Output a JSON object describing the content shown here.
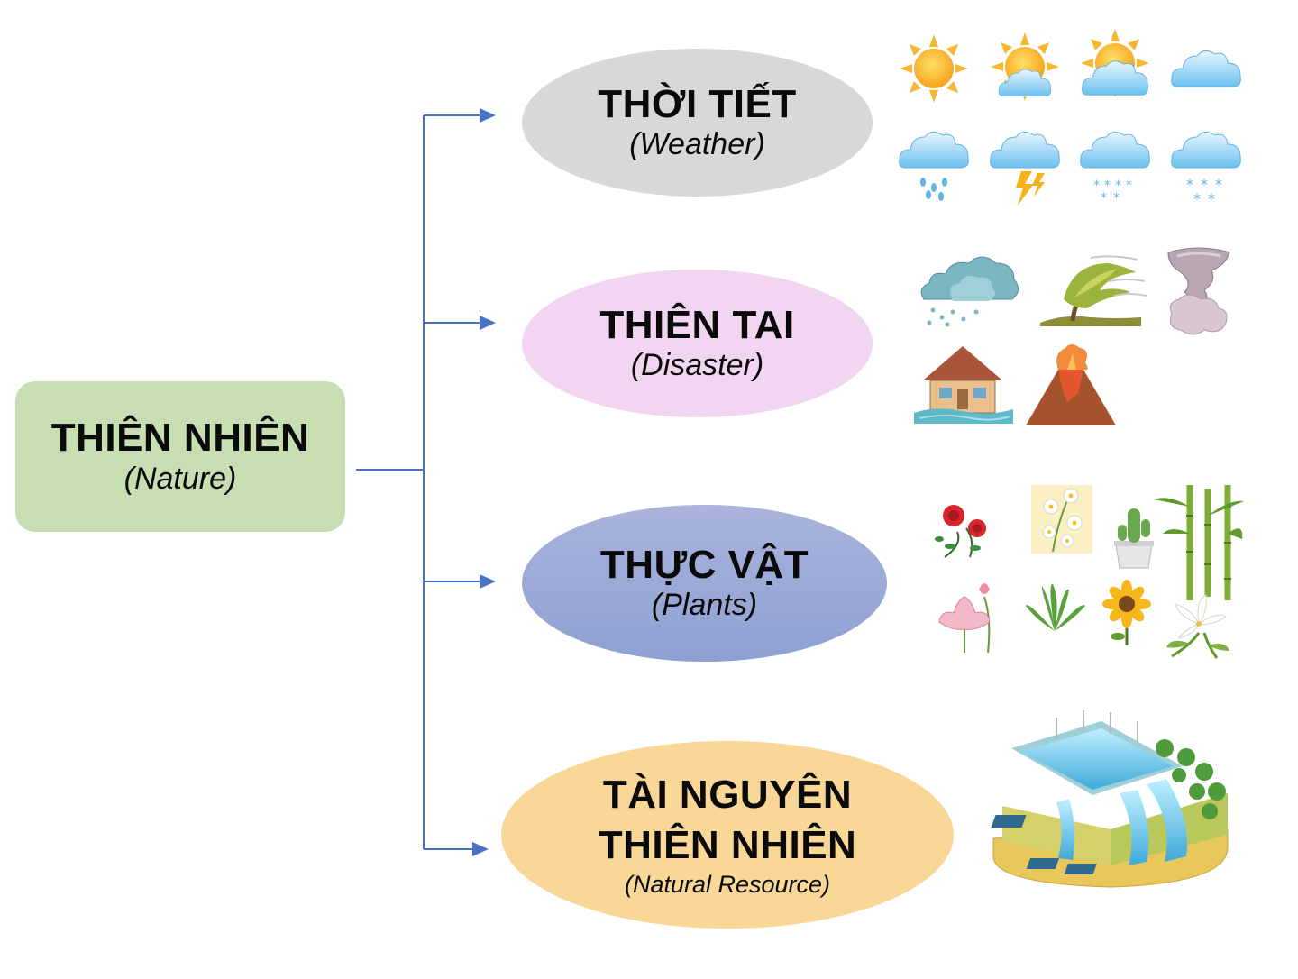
{
  "root": {
    "title": "THIÊN NHIÊN",
    "subtitle": "(Nature)"
  },
  "branches": [
    {
      "title": "THỜI TIẾT",
      "subtitle": "(Weather)",
      "color": "#d8d8d8",
      "icons": [
        "sun-icon",
        "sun-cloud-icon",
        "partly-cloudy-icon",
        "cloud-icon",
        "rain-icon",
        "thunderstorm-icon",
        "snow-rain-icon",
        "snow-icon"
      ]
    },
    {
      "title": "THIÊN TAI",
      "subtitle": "(Disaster)",
      "color": "#f2d5f0",
      "icons": [
        "storm-cloud-icon",
        "windstorm-tree-icon",
        "tornado-icon",
        "flood-house-icon",
        "volcano-icon"
      ]
    },
    {
      "title": "THỰC VẬT",
      "subtitle": "(Plants)",
      "color": "#9eaad8",
      "icons": [
        "rose-icon",
        "white-flower-icon",
        "cactus-icon",
        "bamboo-icon",
        "lotus-icon",
        "aloe-icon",
        "sunflower-icon",
        "lily-icon"
      ]
    },
    {
      "title_line1": "TÀI NGUYÊN",
      "title_line2": "THIÊN NHIÊN",
      "subtitle": "(Natural Resource)",
      "color": "#f9d796",
      "icons": [
        "hydropower-landscape-icon"
      ]
    }
  ],
  "colors": {
    "connector": "#4a72c4",
    "root": "#c7deb2"
  }
}
